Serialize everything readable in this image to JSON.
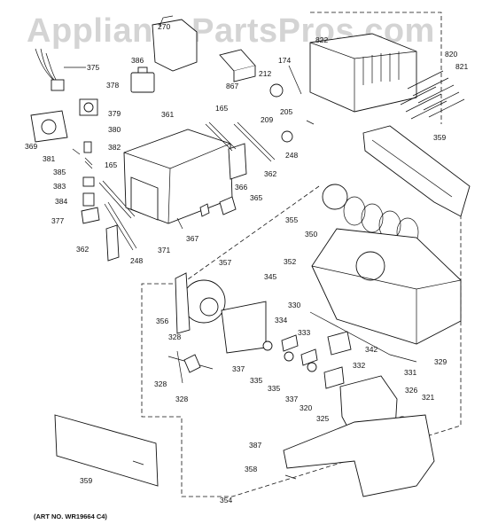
{
  "watermark": "AppliancePartsPros.com",
  "art_number": "(ART NO. WR19664 C4)",
  "labels": {
    "p270": "270",
    "p375": "375",
    "p386": "386",
    "p378": "378",
    "p379": "379",
    "p369": "369",
    "p380": "380",
    "p382": "382",
    "p381": "381",
    "p385": "385",
    "p383": "383",
    "p384": "384",
    "p377": "377",
    "p362a": "362",
    "p165a": "165",
    "p248a": "248",
    "p361": "361",
    "p165b": "165",
    "p867": "867",
    "p212": "212",
    "p174": "174",
    "p209": "209",
    "p205": "205",
    "p822": "822",
    "p820": "820",
    "p821": "821",
    "p359a": "359",
    "p362b": "362",
    "p248b": "248",
    "p366": "366",
    "p365": "365",
    "p371": "371",
    "p367": "367",
    "p355": "355",
    "p350": "350",
    "p352": "352",
    "p357": "357",
    "p345": "345",
    "p356": "356",
    "p330": "330",
    "p334": "334",
    "p333": "333",
    "p342": "342",
    "p329": "329",
    "p331": "331",
    "p332": "332",
    "p337a": "337",
    "p335a": "335",
    "p335b": "335",
    "p337b": "337",
    "p320": "320",
    "p326": "326",
    "p321": "321",
    "p325": "325",
    "p328a": "328",
    "p328b": "328",
    "p328c": "328",
    "p387": "387",
    "p358": "358",
    "p359b": "359",
    "p354": "354"
  }
}
